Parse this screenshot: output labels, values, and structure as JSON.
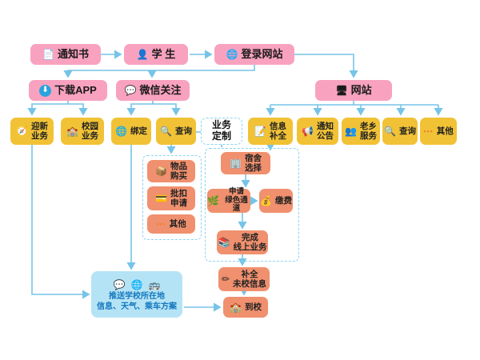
{
  "nodes": {
    "notice": {
      "label": "通知书",
      "icon": "📄"
    },
    "student": {
      "label": "学 生",
      "icon": "👤"
    },
    "login": {
      "label": "登录网站",
      "icon": "🌐"
    },
    "app": {
      "label": "下载APP",
      "icon": "⬇"
    },
    "wechat": {
      "label": "微信关注",
      "icon": "💬"
    },
    "web": {
      "label": "网站",
      "icon": "🖥"
    },
    "welcome": {
      "label": "迎新\n业务",
      "icon": "🧭"
    },
    "campus": {
      "label": "校园\n业务",
      "icon": "🏫"
    },
    "bind": {
      "label": "绑定",
      "icon": "🌐"
    },
    "query1": {
      "label": "查询",
      "icon": "🔍"
    },
    "custom": {
      "label": "业务\n定制"
    },
    "info": {
      "label": "信息\n补全",
      "icon": "📝"
    },
    "announce": {
      "label": "通知\n公告",
      "icon": "📢"
    },
    "fellow": {
      "label": "老乡\n服务",
      "icon": "👥"
    },
    "query2": {
      "label": "查询",
      "icon": "🔍"
    },
    "other1": {
      "label": "其他",
      "icon": "•••"
    },
    "goods": {
      "label": "物品\n购买",
      "icon": "📦"
    },
    "batch": {
      "label": "批扣\n申请",
      "icon": "💳"
    },
    "other2": {
      "label": "其他",
      "icon": "•••"
    },
    "dorm": {
      "label": "宿舍\n选择",
      "icon": "🏢"
    },
    "green": {
      "label": "申请\n绿色通道",
      "icon": "🌿"
    },
    "pay": {
      "label": "缴费",
      "icon": "💰"
    },
    "done": {
      "label": "完成\n线上业务",
      "icon": "📚"
    },
    "complete": {
      "label": "补全\n未校信息",
      "icon": "✏"
    },
    "arrive": {
      "label": "到校",
      "icon": "🏫"
    },
    "push": {
      "label": "推送学校所在地\n信息、天气、乘车方案",
      "icons": [
        "💬",
        "🌐",
        "🚌"
      ]
    }
  },
  "colors": {
    "stage": "#f8a2c0",
    "service": "#f1c236",
    "task": "#f0906e",
    "push_panel": "#b5e3f6",
    "edge": "#76c4e8"
  }
}
